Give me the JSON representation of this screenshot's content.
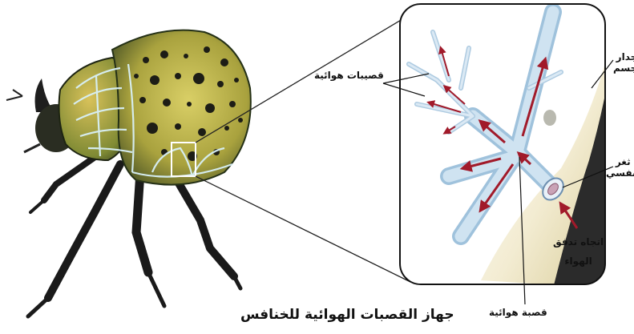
{
  "title": "جهاز القصبات الهوائية للخنافس",
  "labels": {
    "tracheoles": "قصيبات هوائية",
    "body_wall_line1": "جدار",
    "body_wall_line2": "جسم",
    "spiracle_line1": "ثغر",
    "spiracle_line2": "تنفسي",
    "airflow_line1": "اتجاه تدفق",
    "airflow_line2": "الهواء",
    "trachea": "قصبة هوائية"
  },
  "colors": {
    "beetle_shell": "#c7b64a",
    "trachea": "#bcd7ea",
    "airflow_arrow": "#a11a2a",
    "tissue": "#efe6c2"
  }
}
